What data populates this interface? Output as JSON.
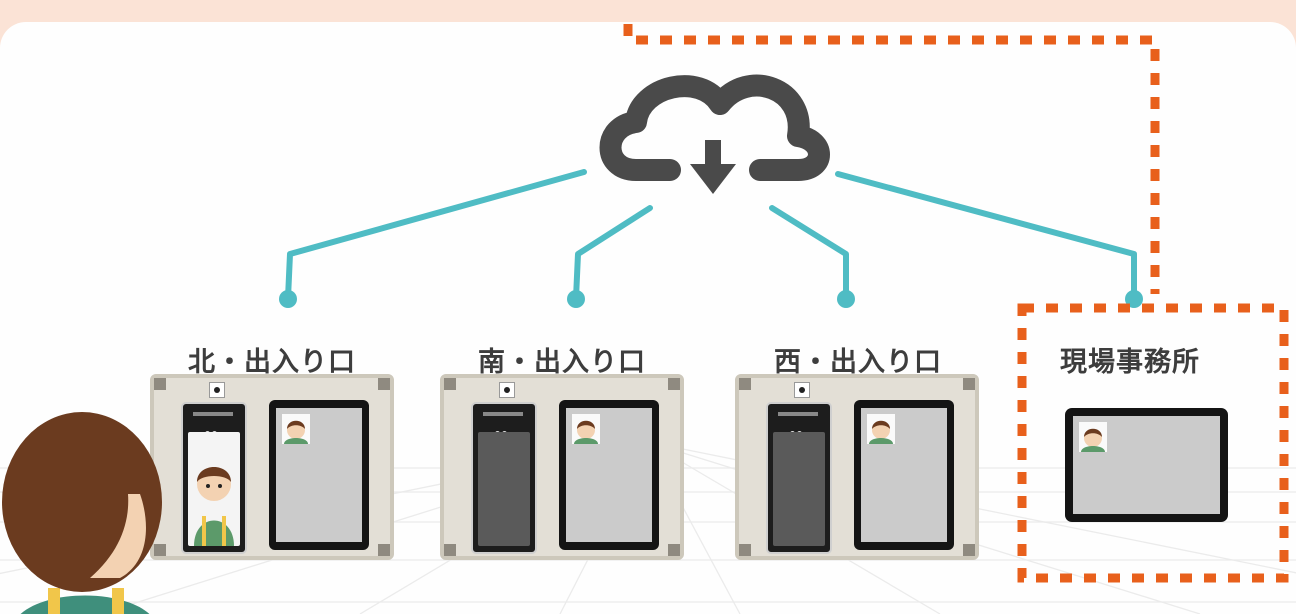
{
  "locations": [
    {
      "name": "北・出入り口"
    },
    {
      "name": "南・出入り口"
    },
    {
      "name": "西・出入り口"
    },
    {
      "name": "現場事務所"
    }
  ],
  "icons": {
    "cloud": "cloud-download-icon",
    "person": "worker-icon",
    "face": "face-avatar-icon"
  },
  "colors": {
    "background_band": "#fbe3d6",
    "connector_line": "#4fbcc4",
    "highlight_dashes": "#e8601c",
    "cloud": "#4a4a4a"
  }
}
